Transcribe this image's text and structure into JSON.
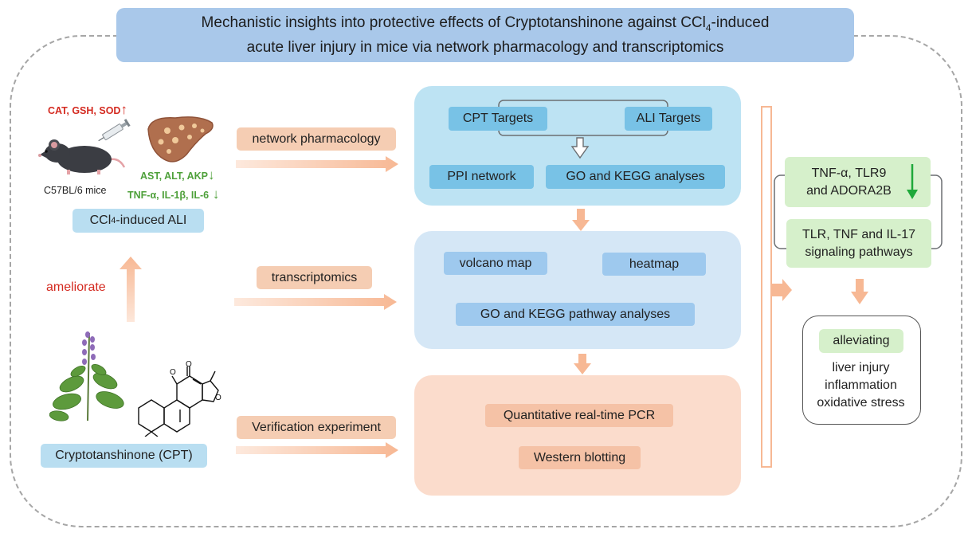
{
  "title": {
    "line1_pre": "Mechanistic insights into protective effects of Cryptotanshinone against CCl",
    "line1_sub": "4",
    "line1_post": "-induced",
    "line2": "acute liver injury in mice via network pharmacology and transcriptomics"
  },
  "left": {
    "markers_up": "CAT, GSH,  SOD",
    "markers_down1": "AST, ALT, AKP",
    "markers_down2": "TNF-α, IL-1β, IL-6",
    "mouse_label": "C57BL/6 mice",
    "model_pre": "CCl",
    "model_sub": "4",
    "model_post": "-induced ALI",
    "ameliorate": "ameliorate",
    "compound": "Cryptotanshinone (CPT)"
  },
  "arrows": {
    "network": "network pharmacology",
    "transcriptomics": "transcriptomics",
    "verification": "Verification experiment"
  },
  "panel1": {
    "cpt_targets": "CPT Targets",
    "ali_targets": "ALI Targets",
    "ppi": "PPI network",
    "go_kegg": "GO and KEGG analyses"
  },
  "panel2": {
    "volcano": "volcano map",
    "heatmap": "heatmap",
    "go_kegg_pathway": "GO and KEGG pathway analyses"
  },
  "panel3": {
    "qpcr": "Quantitative real-time PCR",
    "western": "Western blotting"
  },
  "right": {
    "genes_line1": "TNF-α, TLR9",
    "genes_line2": "and ADORA2B",
    "pathways_line1": "TLR, TNF and IL-17",
    "pathways_line2": "signaling pathways",
    "alleviating": "alleviating",
    "outcome1": "liver injury",
    "outcome2": "inflammation",
    "outcome3": "oxidative stress"
  },
  "colors": {
    "title_bg": "#a9c8ea",
    "panel_blue": "#bde3f3",
    "panel_light_blue": "#d5e7f6",
    "panel_peach": "#fbdccc",
    "arrow_peach": "#f7b894",
    "down_arrow_green": "#1fa83a",
    "up_arrow_red": "#d42a20"
  }
}
